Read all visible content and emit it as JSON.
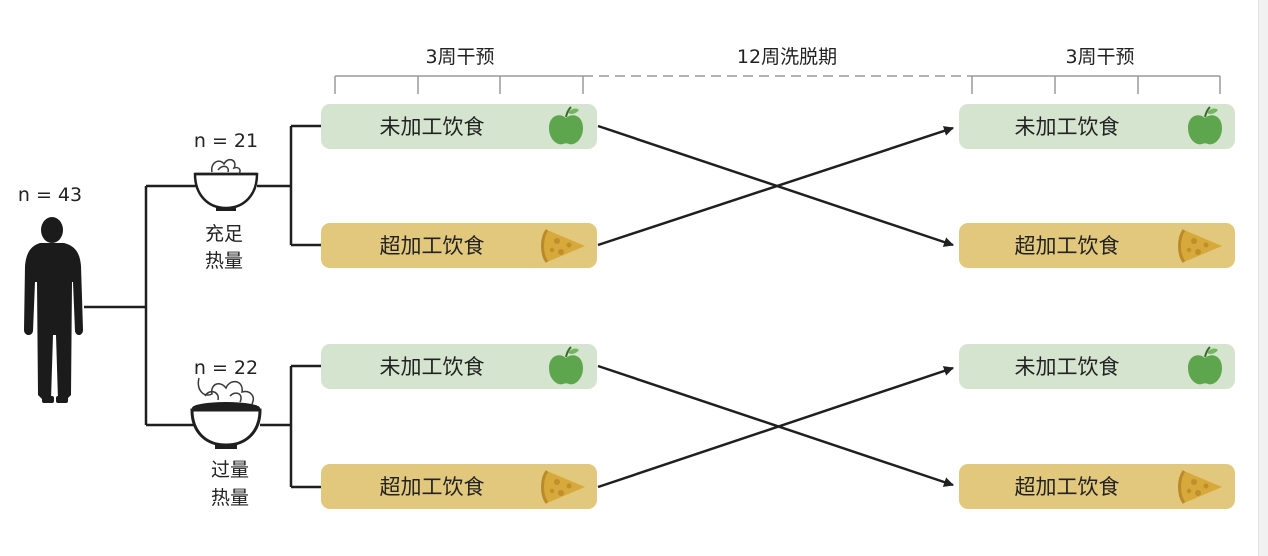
{
  "phases": {
    "first": "3周干预",
    "washout": "12周洗脱期",
    "second": "3周干预"
  },
  "participants": {
    "total": "n = 43"
  },
  "groups": [
    {
      "n": "n = 21",
      "line1": "充足",
      "line2": "热量"
    },
    {
      "n": "n = 22",
      "line1": "过量",
      "line2": "热量"
    }
  ],
  "diets": {
    "unprocessed": "未加工饮食",
    "ultraprocessed": "超加工饮食"
  },
  "colors": {
    "unprocessed_fill": "#d5e4cf",
    "ultraprocessed_fill": "#e2c87c",
    "apple": "#5ea64d",
    "pizza": "#d6a93a",
    "line": "#1f1f1f"
  },
  "icons": {
    "person": "person-silhouette-icon",
    "bowl_adequate": "bowl-noodles-icon",
    "bowl_excess": "bowl-overflowing-noodles-icon",
    "apple": "apple-icon",
    "pizza": "pizza-slice-icon"
  }
}
